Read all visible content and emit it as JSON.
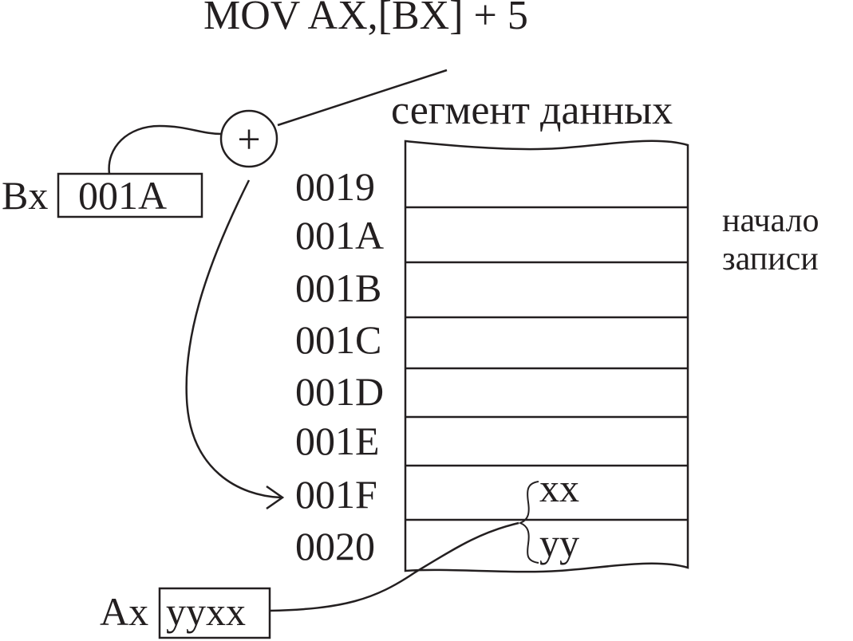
{
  "instruction": "MOV AX,[BX] + 5",
  "segment_label": "сегмент данных",
  "record_start_label": {
    "line1": "начало",
    "line2": "записи"
  },
  "plus_symbol": "+",
  "registers": {
    "bx": {
      "name": "Bx",
      "value": "001A"
    },
    "ax": {
      "name": "Ax",
      "value": "yyxx"
    }
  },
  "memory": {
    "addresses": [
      "0019",
      "001A",
      "001B",
      "001C",
      "001D",
      "001E",
      "001F",
      "0020"
    ],
    "cell_values": {
      "low_byte": "xx",
      "high_byte": "yy"
    }
  }
}
